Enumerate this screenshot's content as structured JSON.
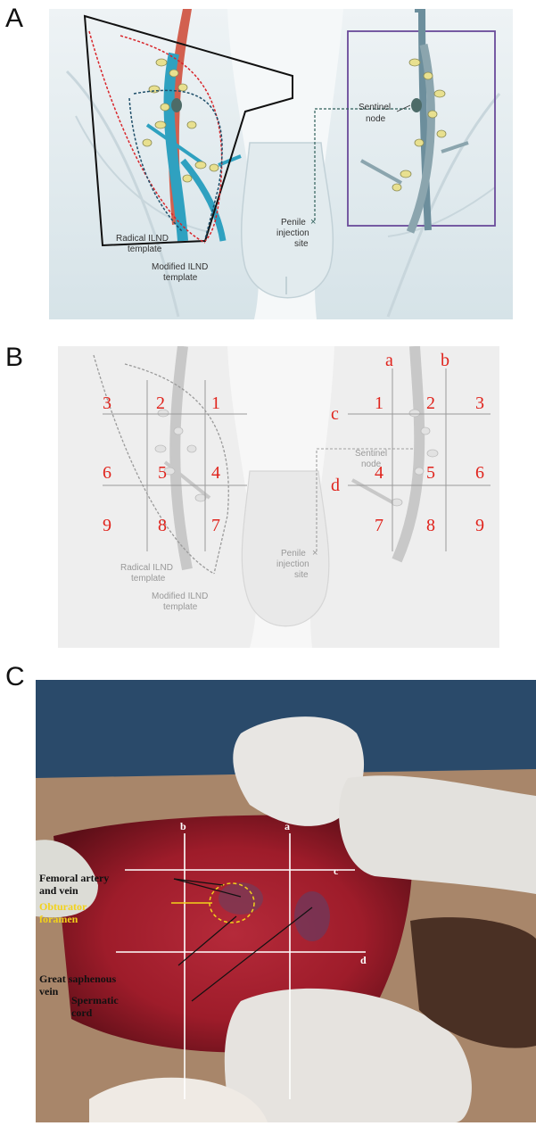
{
  "panels": {
    "a": {
      "letter": "A",
      "labels": {
        "sentinel_line1": "Sentinel",
        "sentinel_line2": "node",
        "penile_line1": "Penile",
        "penile_line2": "injection",
        "penile_line3": "site",
        "radical_line1": "Radical ILND",
        "radical_line2": "template",
        "modified_line1": "Modified ILND",
        "modified_line2": "template"
      }
    },
    "b": {
      "letter": "B",
      "left_zones": [
        "3",
        "2",
        "1",
        "6",
        "5",
        "4",
        "9",
        "8",
        "7"
      ],
      "right_zones": [
        "1",
        "2",
        "3",
        "4",
        "5",
        "6",
        "7",
        "8",
        "9"
      ],
      "line_labels": {
        "a": "a",
        "b": "b",
        "c": "c",
        "d": "d"
      },
      "labels": {
        "sentinel_line1": "Sentinel",
        "sentinel_line2": "node",
        "penile_line1": "Penile",
        "penile_line2": "injection",
        "penile_line3": "site",
        "radical_line1": "Radical ILND",
        "radical_line2": "template",
        "modified_line1": "Modified ILND",
        "modified_line2": "template"
      }
    },
    "c": {
      "letter": "C",
      "line_labels": {
        "a": "a",
        "b": "b",
        "c": "c",
        "d": "d"
      },
      "annotations": {
        "femoral_line1": "Femoral artery",
        "femoral_line2": "and vein",
        "obturator_line1": "Obturator",
        "obturator_line2": "foramen",
        "saphenous_line1": "Great saphenous",
        "saphenous_line2": "vein",
        "spermatic_line1": "Spermatic",
        "spermatic_line2": "cord"
      }
    }
  },
  "colors": {
    "zone_numbers": "#e0231c",
    "obturator_label": "#f2d21b",
    "radical_template": "#d9262b",
    "modified_template": "#1f4f6a",
    "right_box": "#6a4a9a",
    "artery": "#d2604f",
    "vein": "#2fa1c0"
  }
}
